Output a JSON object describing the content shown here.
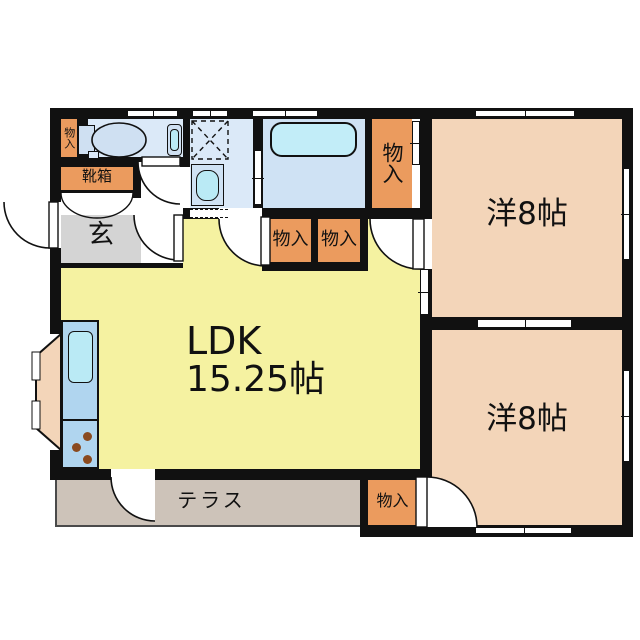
{
  "plan": {
    "labels": {
      "ldk_line1": "LDK",
      "ldk_line2": "15.25帖",
      "western_room_top": "洋8帖",
      "western_room_bottom": "洋8帖",
      "entrance": "玄",
      "shoe_box": "靴箱",
      "terrace": "テラス",
      "storage_top_left": "物入",
      "storage_top_center": "物入",
      "storage_hall_left": "物入",
      "storage_hall_right": "物入",
      "storage_terrace": "物入"
    },
    "colors": {
      "wall": "#111111",
      "ldk_fill": "#f5f2a1",
      "western_room_fill": "#f3d5b9",
      "storage_fill": "#eb9b5e",
      "wet_area_fill": "#dbe9f8",
      "bathroom_fill": "#cfe2f4",
      "fixture_fill": "#baeaf5",
      "kitchen_counter_fill": "#b0d5ef",
      "entrance_fill": "#d4d4d4",
      "terrace_fill": "#cdc3b9",
      "burner_color": "#8a4a1f"
    }
  }
}
